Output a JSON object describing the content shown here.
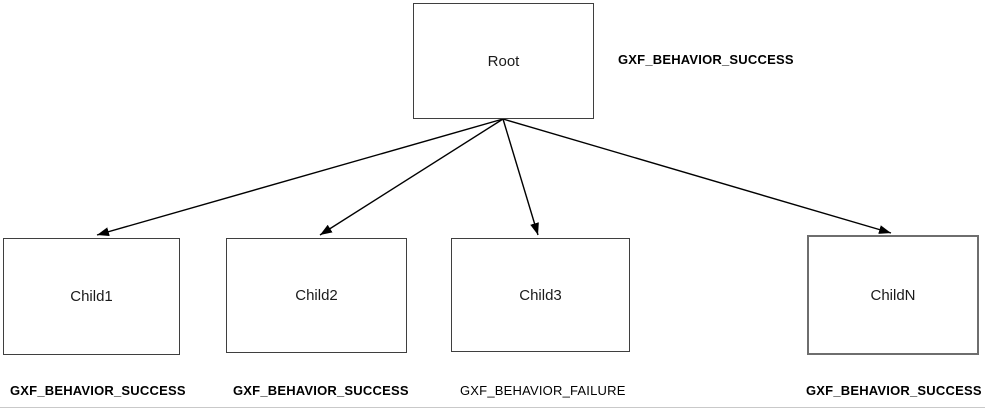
{
  "nodes": {
    "root": {
      "label": "Root",
      "status": "GXF_BEHAVIOR_SUCCESS"
    },
    "child1": {
      "label": "Child1",
      "status": "GXF_BEHAVIOR_SUCCESS"
    },
    "child2": {
      "label": "Child2",
      "status": "GXF_BEHAVIOR_SUCCESS"
    },
    "child3": {
      "label": "Child3",
      "status": "GXF_BEHAVIOR_FAILURE"
    },
    "childn": {
      "label": "ChildN",
      "status": "GXF_BEHAVIOR_SUCCESS"
    }
  },
  "edges": [
    {
      "from": "Root",
      "to": "Child1"
    },
    {
      "from": "Root",
      "to": "Child2"
    },
    {
      "from": "Root",
      "to": "Child3"
    },
    {
      "from": "Root",
      "to": "ChildN"
    }
  ],
  "colors": {
    "background": "#ffffff",
    "box_border": "#3f3f3f",
    "childn_border": "#6e6e6e",
    "arrow": "#000000",
    "text": "#000000"
  }
}
